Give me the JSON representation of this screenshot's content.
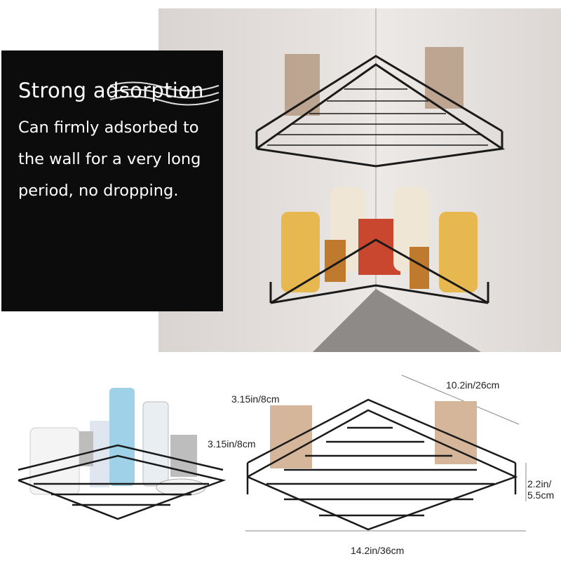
{
  "feature": {
    "title": "Strong adsorption",
    "description": "Can firmly adsorbed to the wall for a very long period, no dropping."
  },
  "dimensions": {
    "length": "10.2in/26cm",
    "hook_width": "3.15in/8cm",
    "hook_height": "3.15in/8cm",
    "height": "2.2in/ 5.5cm",
    "width": "14.2in/36cm"
  },
  "colors": {
    "panel": "#0c0c0c",
    "shelf": "#1a1a1a",
    "hook": "#c9a88c"
  }
}
